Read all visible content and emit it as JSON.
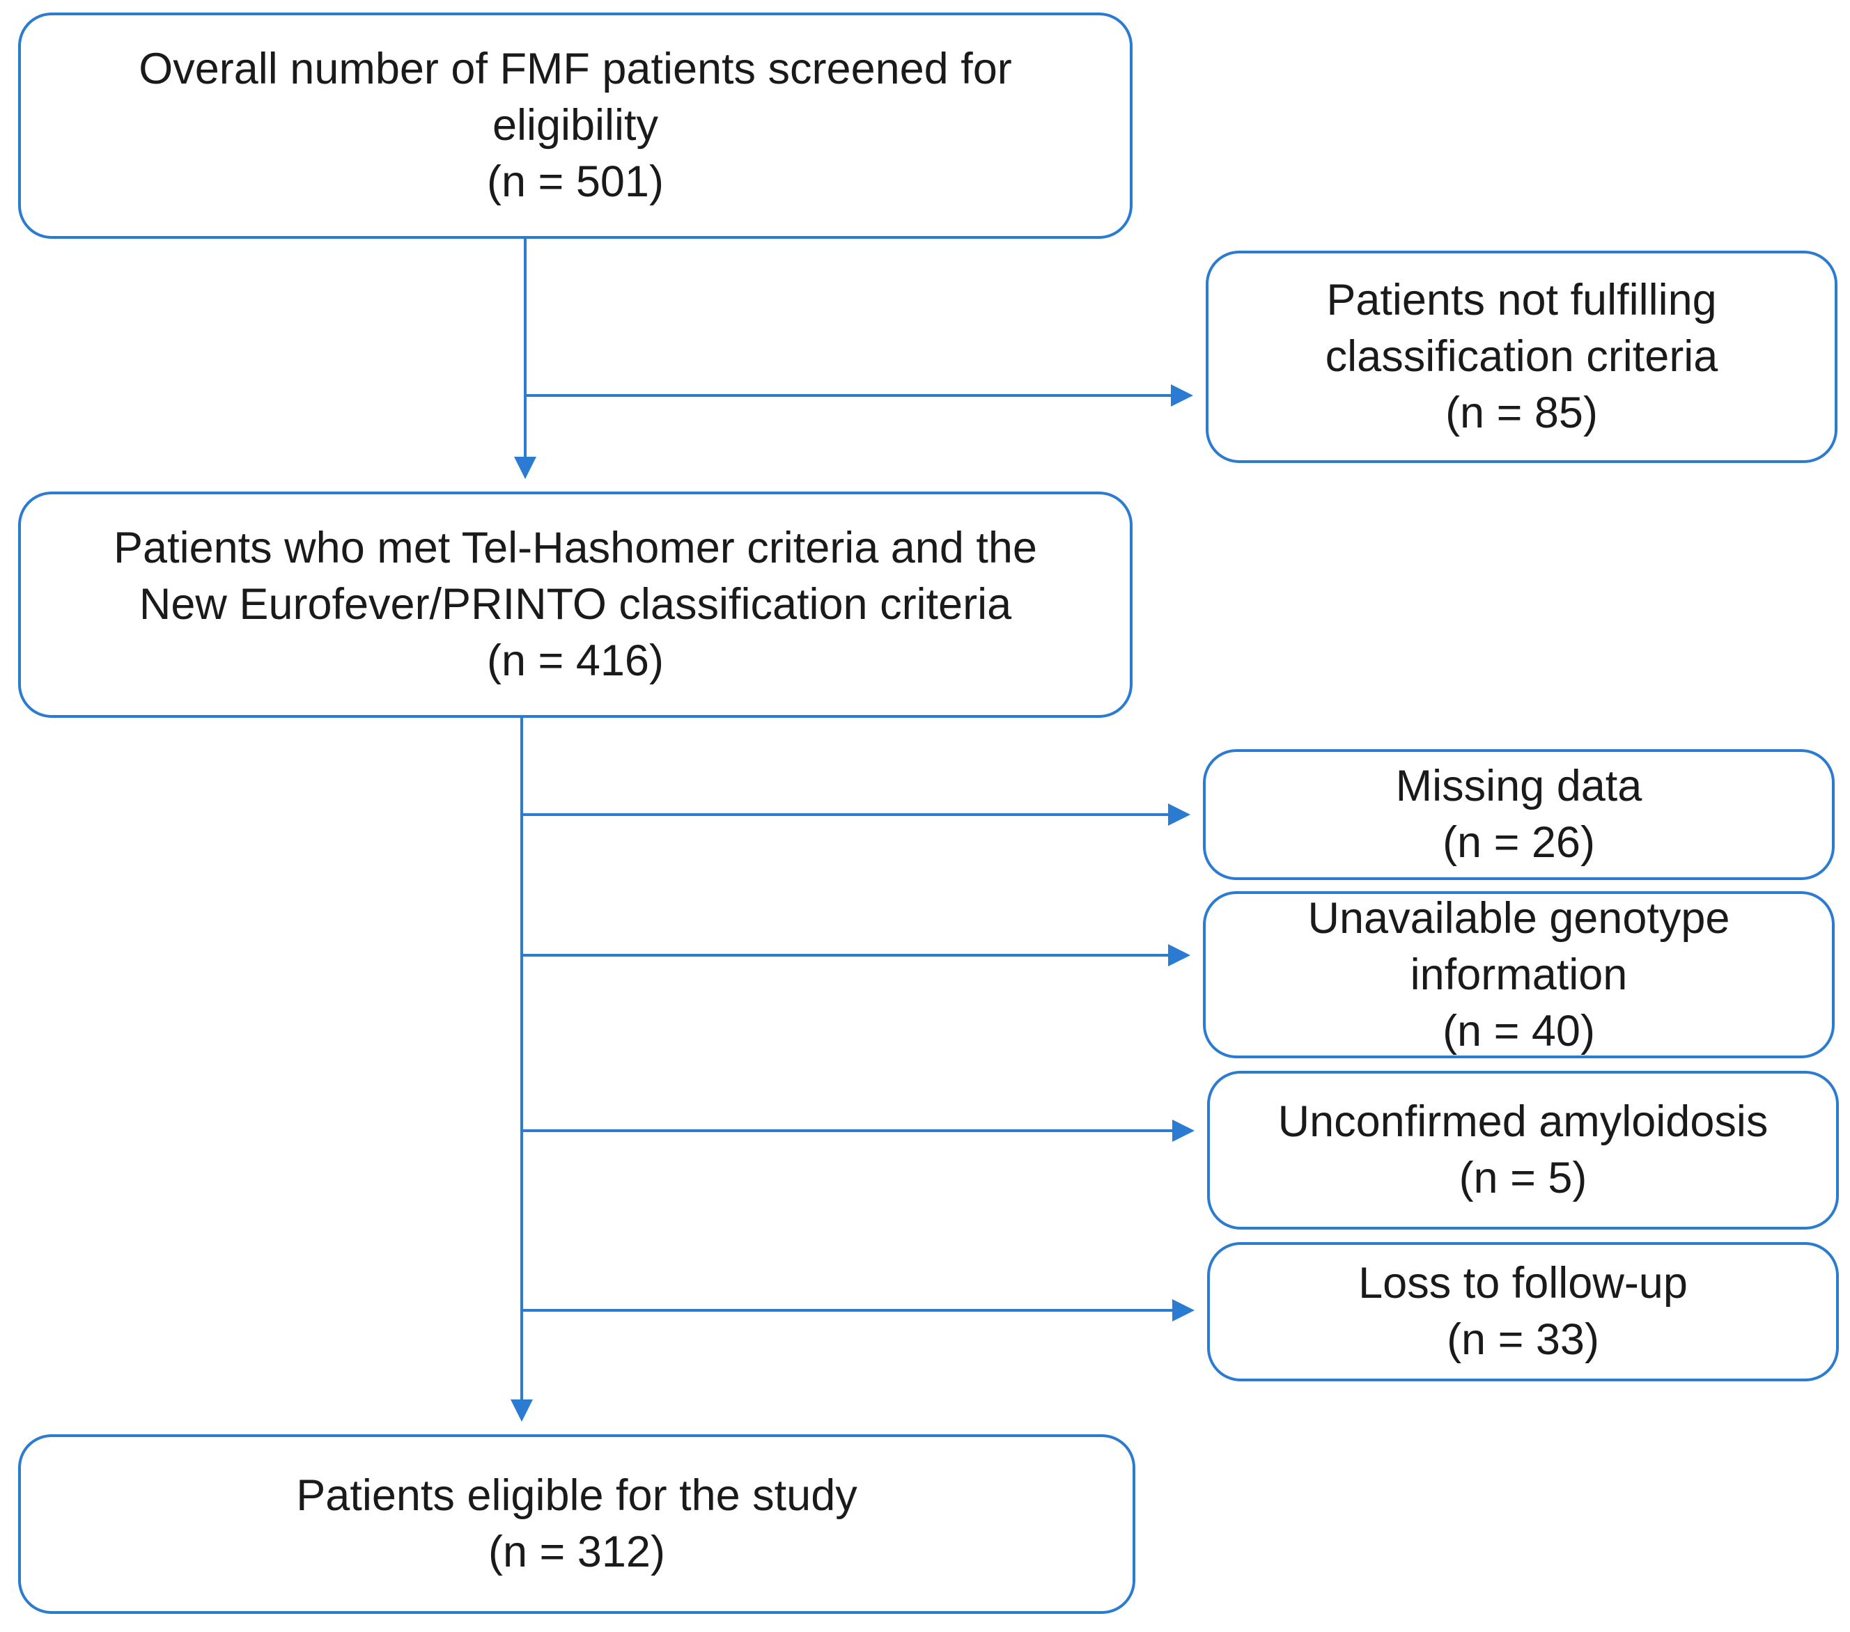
{
  "colors": {
    "stroke": "#2b7bd2",
    "text": "#1a1a1a",
    "background": "#ffffff"
  },
  "boxes": {
    "screened": {
      "line1": "Overall number of FMF patients screened for",
      "line2": "eligibility",
      "count": "(n = 501)"
    },
    "excluded_criteria": {
      "line1": "Patients not fulfilling",
      "line2": "classification criteria",
      "count": "(n = 85)"
    },
    "met_criteria": {
      "line1": "Patients who met Tel-Hashomer criteria and the",
      "line2": "New Eurofever/PRINTO classification criteria",
      "count": "(n = 416)"
    },
    "missing_data": {
      "line1": "Missing data",
      "count": "(n = 26)"
    },
    "unavailable_genotype": {
      "line1": "Unavailable genotype",
      "line2": "information",
      "count": "(n = 40)"
    },
    "unconfirmed_amyloidosis": {
      "line1": "Unconfirmed amyloidosis",
      "count": "(n = 5)"
    },
    "loss_to_followup": {
      "line1": "Loss to follow-up",
      "count": "(n = 33)"
    },
    "eligible": {
      "line1": "Patients eligible for the study",
      "count": "(n = 312)"
    }
  }
}
